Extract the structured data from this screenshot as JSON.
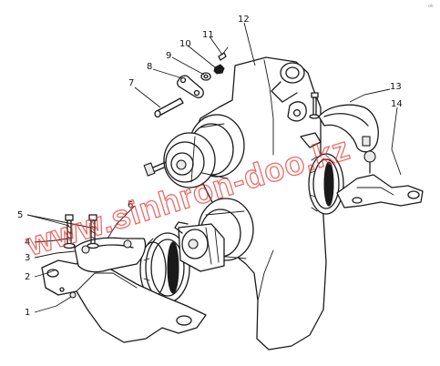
{
  "callouts": [
    {
      "id": "1",
      "label": "1"
    },
    {
      "id": "2",
      "label": "2"
    },
    {
      "id": "3",
      "label": "3"
    },
    {
      "id": "4",
      "label": "4"
    },
    {
      "id": "5",
      "label": "5"
    },
    {
      "id": "6",
      "label": "6"
    },
    {
      "id": "7",
      "label": "7"
    },
    {
      "id": "8",
      "label": "8"
    },
    {
      "id": "9",
      "label": "9"
    },
    {
      "id": "10",
      "label": "10"
    },
    {
      "id": "11",
      "label": "11"
    },
    {
      "id": "12",
      "label": "12"
    },
    {
      "id": "13",
      "label": "13"
    },
    {
      "id": "14",
      "label": "14"
    }
  ],
  "watermark": {
    "text": "www.sinhron-doo.kz",
    "color": "#e53935"
  },
  "corner_mark": "ok"
}
